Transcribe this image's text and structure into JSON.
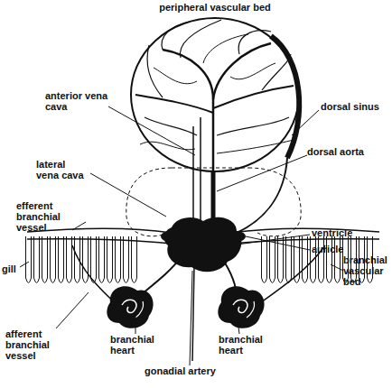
{
  "diagram": {
    "labels": [
      "peripheral vascular bed",
      "anterior vena cava",
      "dorsal sinus",
      "lateral vena cava",
      "dorsal aorta",
      "efferent branchial vessel",
      "ventricle",
      "auricle",
      "gill",
      "branchial vascular bed",
      "afferent branchial vessel",
      "branchial heart",
      "branchial heart",
      "gonadial artery"
    ]
  }
}
